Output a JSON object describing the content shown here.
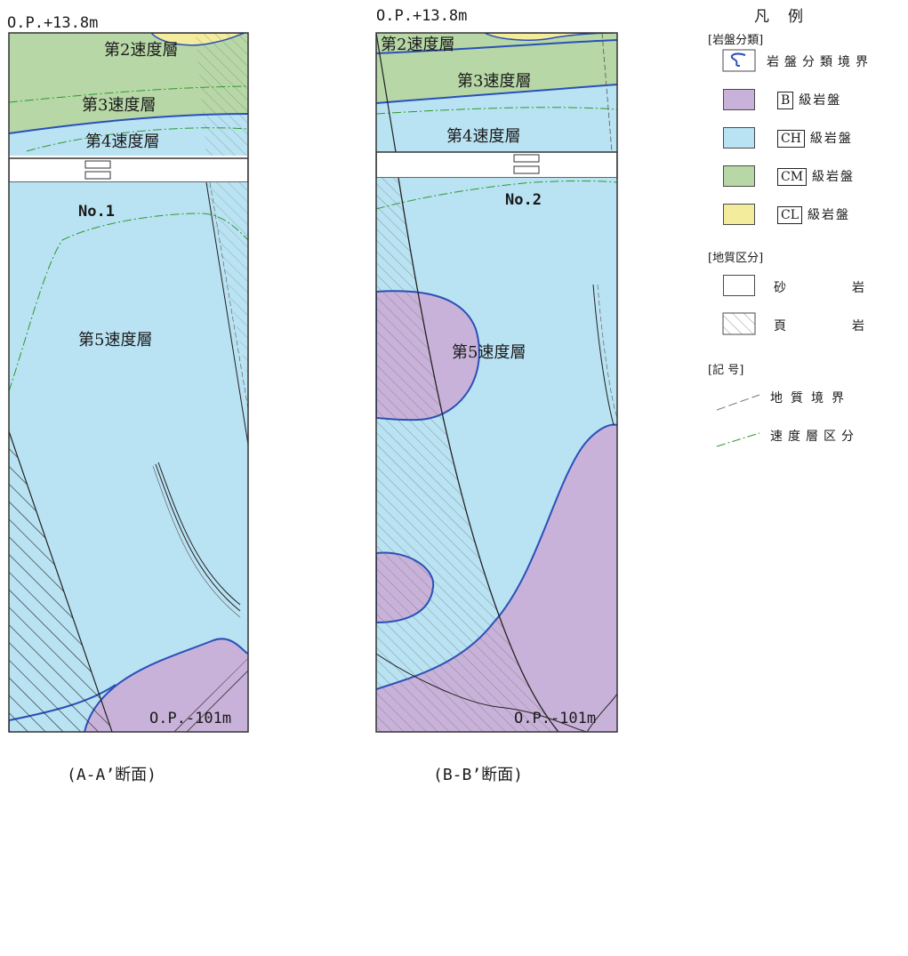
{
  "sections": [
    {
      "top_label": "O.P.+13.8m",
      "bottom_label": "O.P.-101m",
      "borehole": "No.1",
      "caption": "(A-A’断面)",
      "layers": {
        "l2": "第2速度層",
        "l3": "第3速度層",
        "l4": "第4速度層",
        "l5": "第5速度層"
      }
    },
    {
      "top_label": "O.P.+13.8m",
      "bottom_label": "O.P.-101m",
      "borehole": "No.2",
      "caption": "(B-B’断面)",
      "layers": {
        "l2": "第2速度層",
        "l3": "第3速度層",
        "l4": "第4速度層",
        "l5": "第5速度層"
      }
    }
  ],
  "legend": {
    "title": "凡　例",
    "rock_class_header": "[岩盤分類]",
    "rock_boundary": "岩盤分類境界",
    "b_code": "B",
    "ch_code": "CH",
    "cm_code": "CM",
    "cl_code": "CL",
    "grade_suffix": "級岩盤",
    "geology_header": "[地質区分]",
    "sandstone": "砂　岩",
    "shale": "頁　岩",
    "symbol_header": "[記 号]",
    "geo_boundary": "地質境界",
    "velocity_division": "速度層区分"
  },
  "colors": {
    "ch_blue": "#b9e2f2",
    "b_purple": "#c9b2d9",
    "cm_green": "#b7d7a6",
    "cl_yellow": "#f3ec9d",
    "boundary_blue": "#2a50b8",
    "velocity_green": "#2e9a2e"
  }
}
